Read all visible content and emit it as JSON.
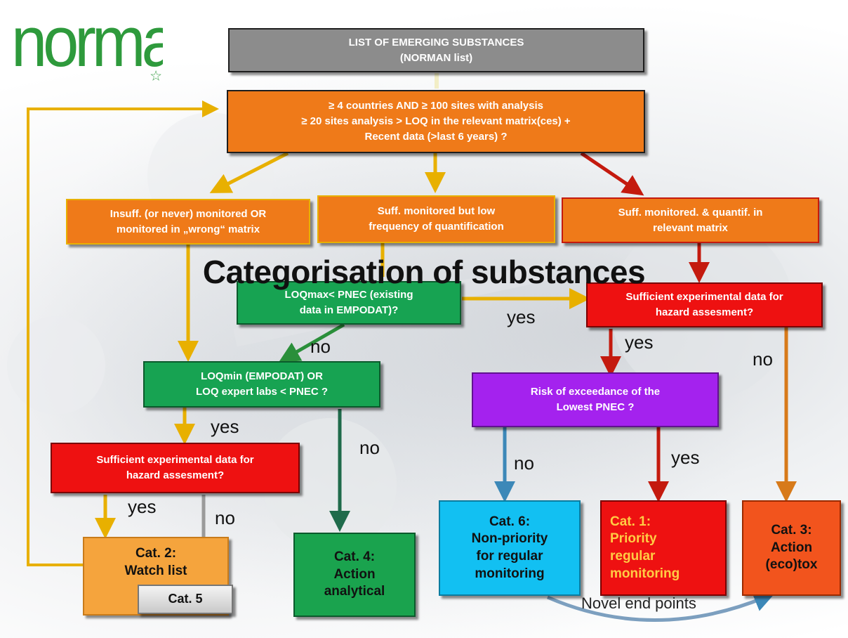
{
  "logo": {
    "text": "norman",
    "colors": {
      "letters": "#2e9a3c",
      "star": "#ffffff"
    }
  },
  "title": "Categorisation of substances",
  "boxes": {
    "list": "LIST OF EMERGING  SUBSTANCES\n(NORMAN  list)",
    "criteria": "≥ 4 countries AND  ≥ 100 sites with analysis\n≥ 20 sites analysis > LOQ in the relevant matrix(ces) +\nRecent data (>last 6 years) ?",
    "insuff": "Insuff. (or never) monitored OR\nmonitored in „wrong“ matrix",
    "suff_low": "Suff. monitored but  low\nfrequency of quantification",
    "suff_quant": "Suff. monitored. & quantif. in\nrelevant matrix",
    "loqmax": "LOQmax< PNEC (existing\ndata in EMPODAT)?",
    "exp_data_right": "Sufficient experimental data for\nhazard assesment?",
    "loqmin": "LOQmin (EMPODAT) OR\nLOQ expert labs < PNEC ?",
    "risk": "Risk of exceedance of the\nLowest PNEC ?",
    "exp_data_left": "Sufficient experimental data for\nhazard assesment?"
  },
  "categories": {
    "cat2": "Cat. 2:\nWatch list",
    "cat5": "Cat. 5",
    "cat4": "Cat. 4:\nAction\nanalytical",
    "cat6": "Cat. 6:\nNon-priority\nfor regular\nmonitoring",
    "cat1": "Cat. 1:\nPriority\nregular\nmonitoring",
    "cat3": "Cat. 3:\nAction\n(eco)tox"
  },
  "labels": {
    "yes_loqmax": "yes",
    "no_loqmax": "no",
    "yes_exp_right": "yes",
    "no_exp_right": "no",
    "yes_loqmin": "yes",
    "no_loqmin": "no",
    "no_risk": "no",
    "yes_risk": "yes",
    "yes_exp_left": "yes",
    "no_exp_left": "no"
  },
  "novel_end_points": "Novel end points",
  "arrow_colors": {
    "gold": "#e8b000",
    "red": "#c41a0e",
    "darkgreen": "#1f6b4b",
    "blue": "#3c88b8",
    "grey": "#9a9a9a",
    "orange": "#d77a1a"
  }
}
